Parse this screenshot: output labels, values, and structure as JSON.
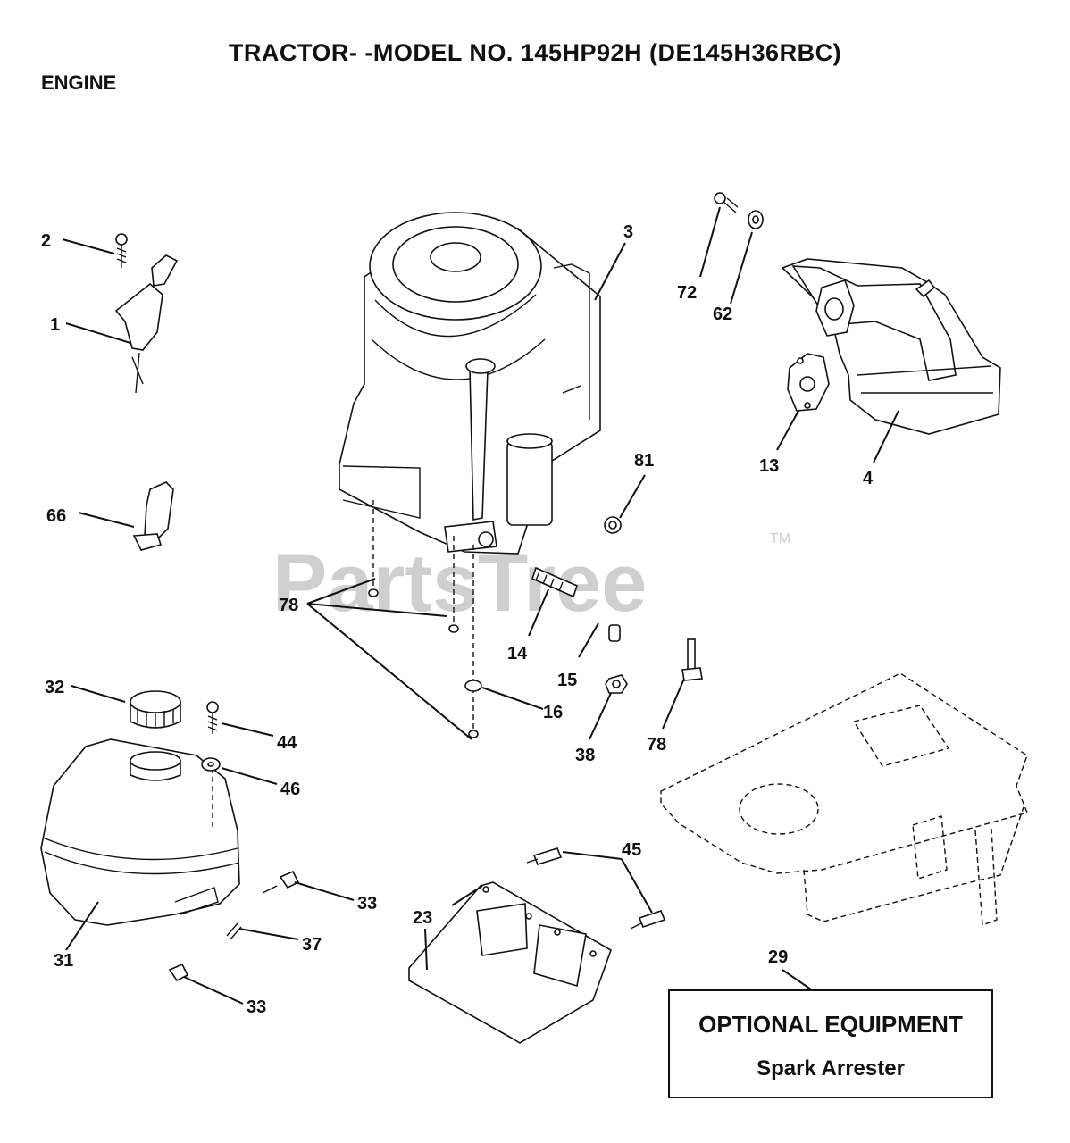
{
  "header": {
    "title": "TRACTOR- -MODEL NO. 145HP92H (DE145H36RBC)",
    "section": "ENGINE"
  },
  "watermark": {
    "text": "PartsTree",
    "trademark": "TM"
  },
  "optional_box": {
    "line1": "OPTIONAL EQUIPMENT",
    "line2": "Spark Arrester"
  },
  "callouts": {
    "c1": "1",
    "c2": "2",
    "c3": "3",
    "c4": "4",
    "c13": "13",
    "c14": "14",
    "c15": "15",
    "c16": "16",
    "c23": "23",
    "c29": "29",
    "c31": "31",
    "c32": "32",
    "c33a": "33",
    "c33b": "33",
    "c37": "37",
    "c38": "38",
    "c44": "44",
    "c45": "45",
    "c46": "46",
    "c62": "62",
    "c66": "66",
    "c72": "72",
    "c78a": "78",
    "c78b": "78",
    "c81": "81"
  }
}
